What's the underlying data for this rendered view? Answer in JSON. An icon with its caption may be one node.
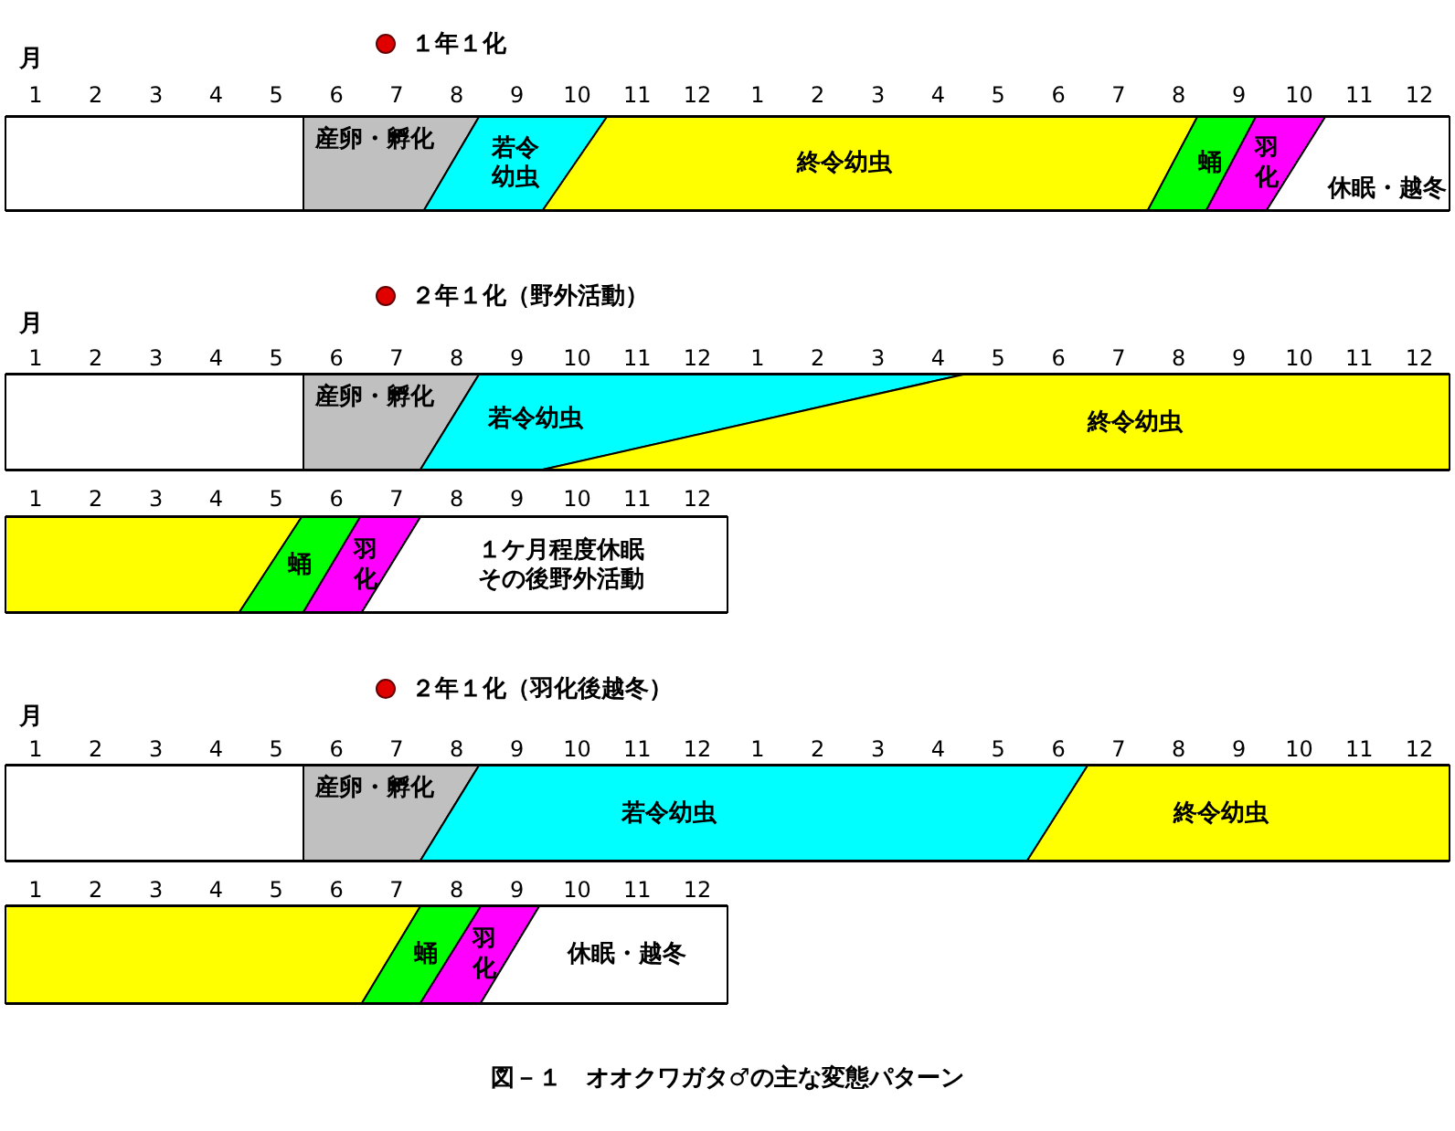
{
  "diagram": {
    "caption": "図－１　オオクワガタ♂の主な変態パターン",
    "nodes": [
      {
        "text": [],
        "shape": "bar"
      },
      {
        "text": [],
        "shape": "box",
        "in": 0
      },
      {
        "text": [
          "産卵・孵化"
        ],
        "in": 0
      },
      {
        "text": [
          "若令幼虫"
        ],
        "in": 0
      },
      {
        "text": [
          "終令幼虫"
        ],
        "in": 0
      },
      {
        "text": [
          "蛹"
        ],
        "in": 0
      },
      {
        "text": [
          "羽化"
        ],
        "in": 0
      },
      {
        "text": [
          "休眠・越冬"
        ],
        "in": 0
      },
      {
        "text": [],
        "shape": "bar"
      },
      {
        "text": [],
        "shape": "box",
        "in": 8
      },
      {
        "text": [
          "産卵・孵化"
        ],
        "in": 8
      },
      {
        "text": [
          "若令幼虫"
        ],
        "in": 8
      },
      {
        "text": [
          "終令幼虫"
        ],
        "in": 8
      },
      {
        "text": [],
        "shape": "bar"
      },
      {
        "text": [],
        "shape": "box",
        "in": 13
      },
      {
        "text": [
          "蛹"
        ],
        "in": 13
      },
      {
        "text": [
          "羽化"
        ],
        "in": 13
      },
      {
        "text": [
          "１ケ月程度休眠その後野外活動"
        ],
        "in": 13
      },
      {
        "text": [],
        "shape": "bar"
      },
      {
        "text": [],
        "shape": "box",
        "in": 18
      },
      {
        "text": [
          "産卵・孵化"
        ],
        "in": 18
      },
      {
        "text": [
          "若令幼虫"
        ],
        "in": 18
      },
      {
        "text": [
          "終令幼虫"
        ],
        "in": 18
      },
      {
        "text": [],
        "shape": "bar"
      },
      {
        "text": [],
        "shape": "box",
        "in": 23
      },
      {
        "text": [
          "蛹"
        ],
        "in": 23
      },
      {
        "text": [
          "羽化"
        ],
        "in": 23
      },
      {
        "text": [
          "休眠・越冬"
        ],
        "in": 23
      }
    ],
    "labels": [
      "１年１化",
      "月",
      "1",
      "2",
      "3",
      "4",
      "5",
      "6",
      "7",
      "8",
      "9",
      "10",
      "11",
      "12",
      "1",
      "2",
      "3",
      "4",
      "5",
      "6",
      "7",
      "8",
      "9",
      "10",
      "11",
      "12",
      "２年１化（野外活動）",
      "月",
      "1",
      "2",
      "3",
      "4",
      "5",
      "6",
      "7",
      "8",
      "9",
      "10",
      "11",
      "12",
      "1",
      "2",
      "3",
      "4",
      "5",
      "6",
      "7",
      "8",
      "9",
      "10",
      "11",
      "12",
      "1",
      "2",
      "3",
      "4",
      "5",
      "6",
      "7",
      "8",
      "9",
      "10",
      "11",
      "12",
      "２年１化（羽化後越冬）",
      "月",
      "1",
      "2",
      "3",
      "4",
      "5",
      "6",
      "7",
      "8",
      "9",
      "10",
      "11",
      "12",
      "1",
      "2",
      "3",
      "4",
      "5",
      "6",
      "7",
      "8",
      "9",
      "10",
      "11",
      "12",
      "1",
      "2",
      "3",
      "4",
      "5",
      "6",
      "7",
      "8",
      "9",
      "10",
      "11",
      "12"
    ]
  }
}
